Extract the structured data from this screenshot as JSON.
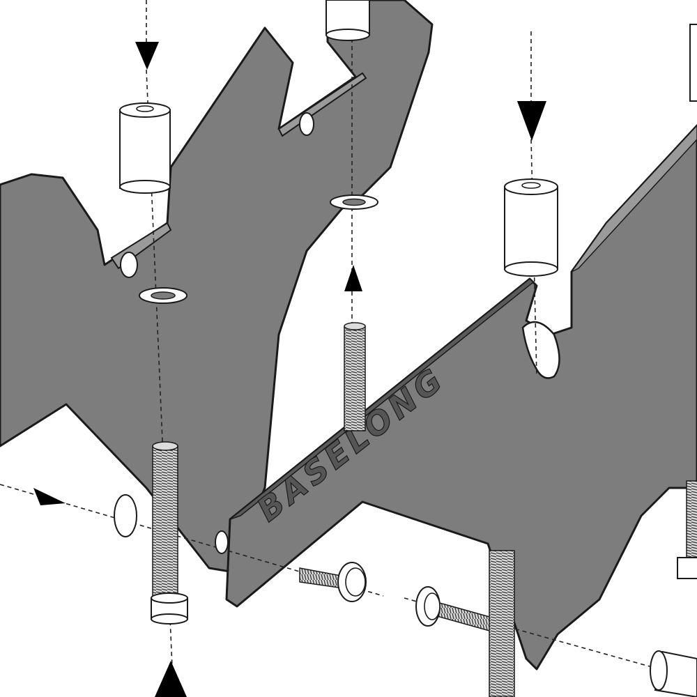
{
  "diagram": {
    "logo_text": "BASELONG",
    "colors": {
      "plate_fill": "#7d7d7d",
      "plate_stroke": "#1a1a1a",
      "hardware_fill": "#ffffff",
      "bolt_thread": "#4a4a4a",
      "guide_line": "#222222",
      "arrow_fill": "#000000",
      "logo_fill": "#555555"
    },
    "icons": [
      "down-arrow",
      "up-arrow",
      "right-arrow"
    ]
  }
}
